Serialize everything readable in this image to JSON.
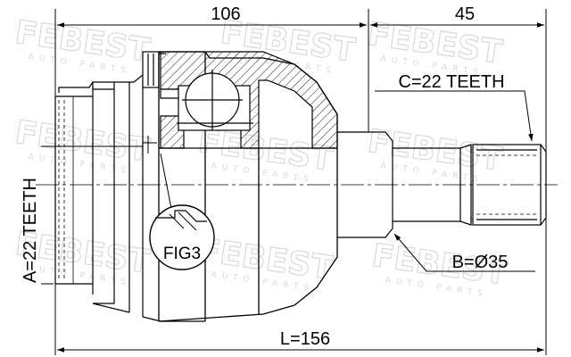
{
  "watermark": {
    "brand": "FEBEST",
    "sub": "AUTO PARTS"
  },
  "dimensions": {
    "top_left": "106",
    "top_right": "45",
    "overall_length": "L=156",
    "teeth_c": "C=22 TEETH",
    "diameter_b": "B=Ø35",
    "teeth_a": "A=22 TEETH"
  },
  "detail_callout": "FIG3"
}
